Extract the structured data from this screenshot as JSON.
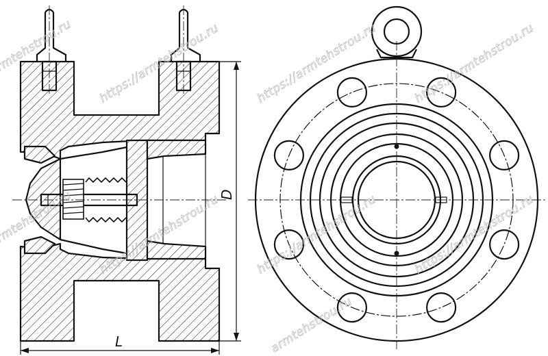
{
  "dimensions": {
    "length_label": "L",
    "diameter_label": "D"
  },
  "watermark": "https://armtehstrou.ru",
  "watermark_partial": "armtehstrou.ru",
  "colors": {
    "line": "#111111",
    "watermark": "#b8b8b8",
    "background": "#ffffff"
  }
}
